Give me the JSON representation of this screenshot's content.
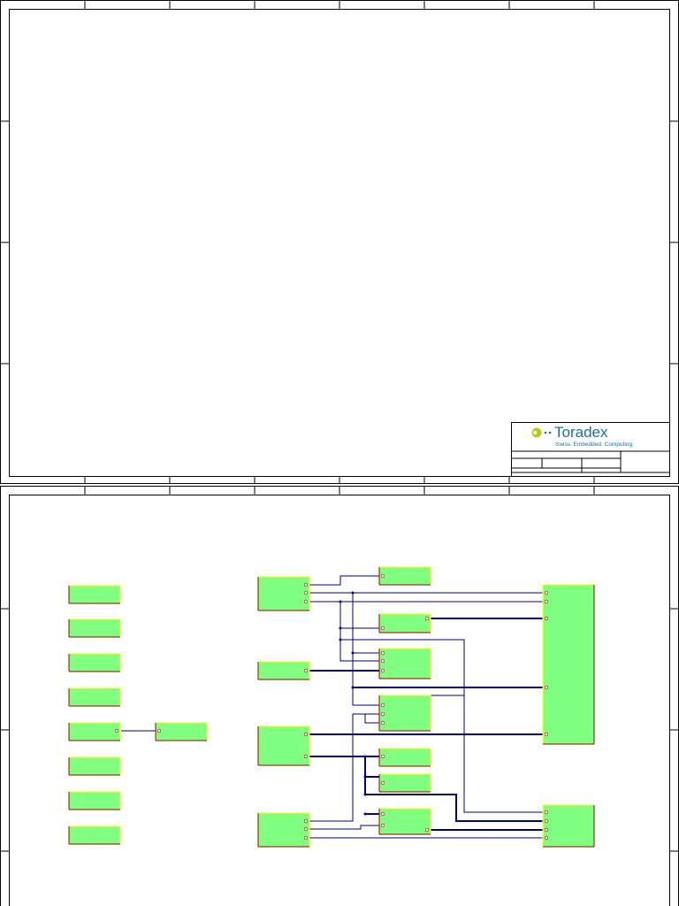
{
  "logo": {
    "brand": "Toradex",
    "tagline": "Swiss. Embedded. Computing.",
    "brand_color": "#1e6fa0",
    "dot_color": "#b8cc1e"
  },
  "colors": {
    "block_fill": "#80ff80",
    "block_border_light": "#ffff00",
    "block_border_dark": "#a00000",
    "wire": "#000080",
    "frame": "#000000"
  },
  "sheets": [
    {
      "name": "title-sheet",
      "content": "blank drawing area with title block"
    },
    {
      "name": "block-diagram-sheet",
      "content": "hierarchical block diagram"
    }
  ]
}
